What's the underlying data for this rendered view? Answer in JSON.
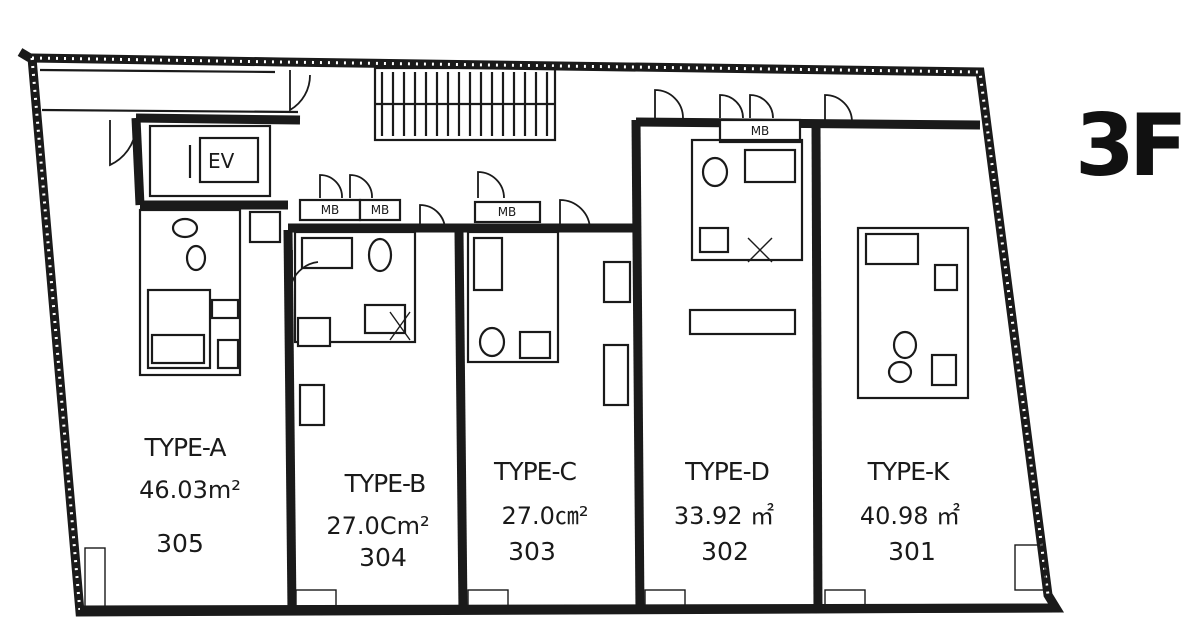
{
  "floor_label": "3F",
  "elevator_label": "EV",
  "mb_labels": [
    "MB",
    "MB",
    "MB",
    "MB"
  ],
  "units": [
    {
      "type": "TYPE-A",
      "area": "46.03m²",
      "number": "305"
    },
    {
      "type": "TYPE-B",
      "area": "27.0Cm²",
      "number": "304"
    },
    {
      "type": "TYPE-C",
      "area": "27.0㎝²",
      "number": "303"
    },
    {
      "type": "TYPE-D",
      "area": "33.92 ㎡",
      "number": "302"
    },
    {
      "type": "TYPE-K",
      "area": "40.98 ㎡",
      "number": "301"
    }
  ]
}
